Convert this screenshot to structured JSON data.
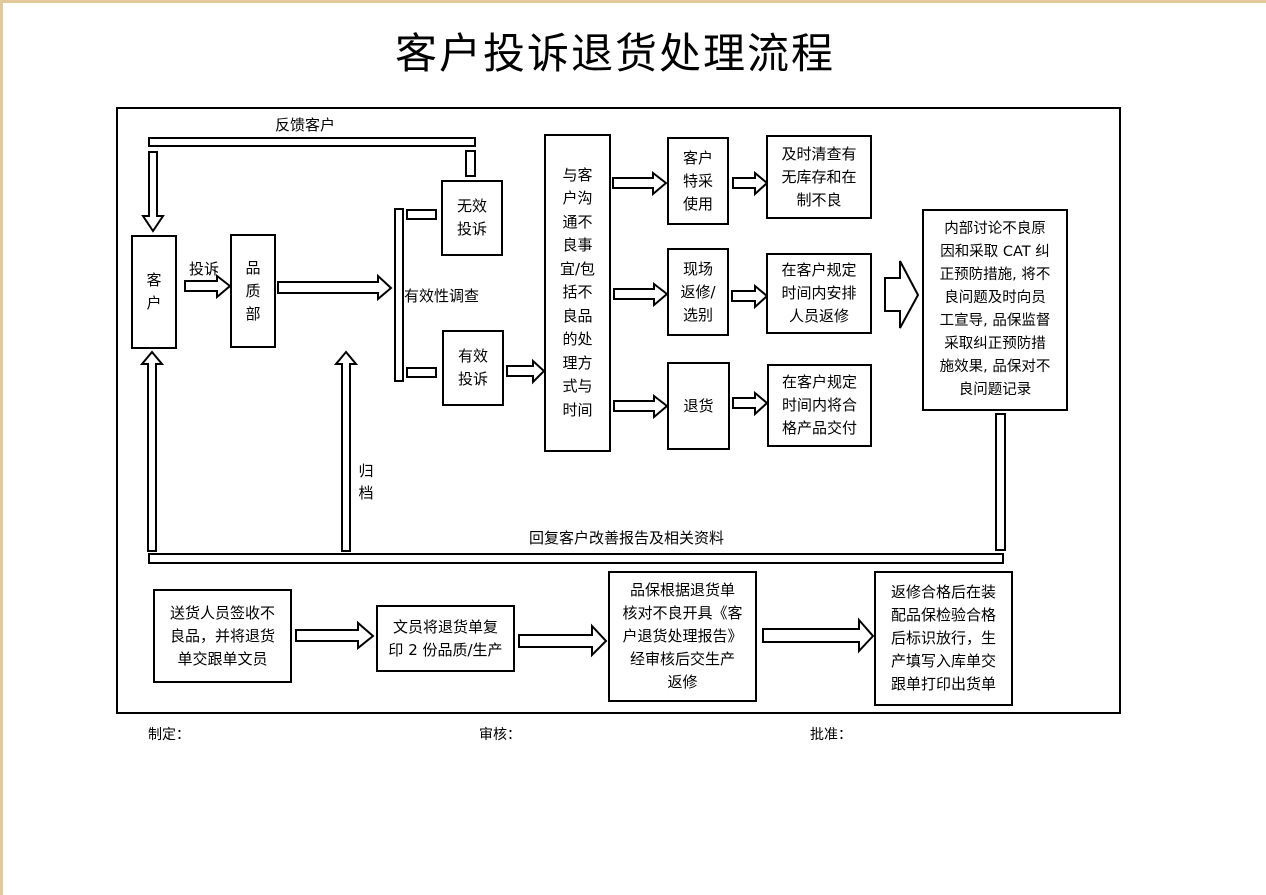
{
  "title": "客户投诉退货处理流程",
  "nodes": {
    "customer": "客\n户",
    "quality_dept": "品\n质\n部",
    "invalid_complaint": "无效\n投诉",
    "valid_complaint": "有效\n投诉",
    "communicate": "与客\n户沟\n通不\n良事\n宜/包\n括不\n良品\n的处\n理方\n式与\n时间",
    "special_use": "客户\n特采\n使用",
    "onsite_rework": "现场\n返修/\n选别",
    "return_goods": "退货",
    "check_inventory": "及时清查有\n无库存和在\n制不良",
    "arrange_rework": "在客户规定\n时间内安排\n人员返修",
    "deliver_qualified": "在客户规定\n时间内将合\n格产品交付",
    "internal_discussion": "内部讨论不良原\n因和采取 CAT 纠\n正预防措施, 将不\n良问题及时向员\n工宣导, 品保监督\n采取纠正预防措\n施效果, 品保对不\n良问题记录"
  },
  "labels": {
    "feedback_customer": "反馈客户",
    "complaint": "投诉",
    "validity_investigation": "有效性调查",
    "archive": "归\n档",
    "reply_report": "回复客户改善报告及相关资料"
  },
  "bottom_flow": [
    "送货人员签收不\n良品，并将退货\n单交跟单文员",
    "文员将退货单复\n印 2 份品质/生产",
    "品保根据退货单\n核对不良开具《客\n户退货处理报告》\n经审核后交生产\n返修",
    "返修合格后在装\n配品保检验合格\n后标识放行，生\n产填写入库单交\n跟单打印出货单"
  ],
  "signatures": {
    "prepared": "制定：",
    "reviewed": "审核：",
    "approved": "批准："
  },
  "colors": {
    "page_edge": "#e2c89a",
    "line": "#000000",
    "background": "#ffffff"
  }
}
